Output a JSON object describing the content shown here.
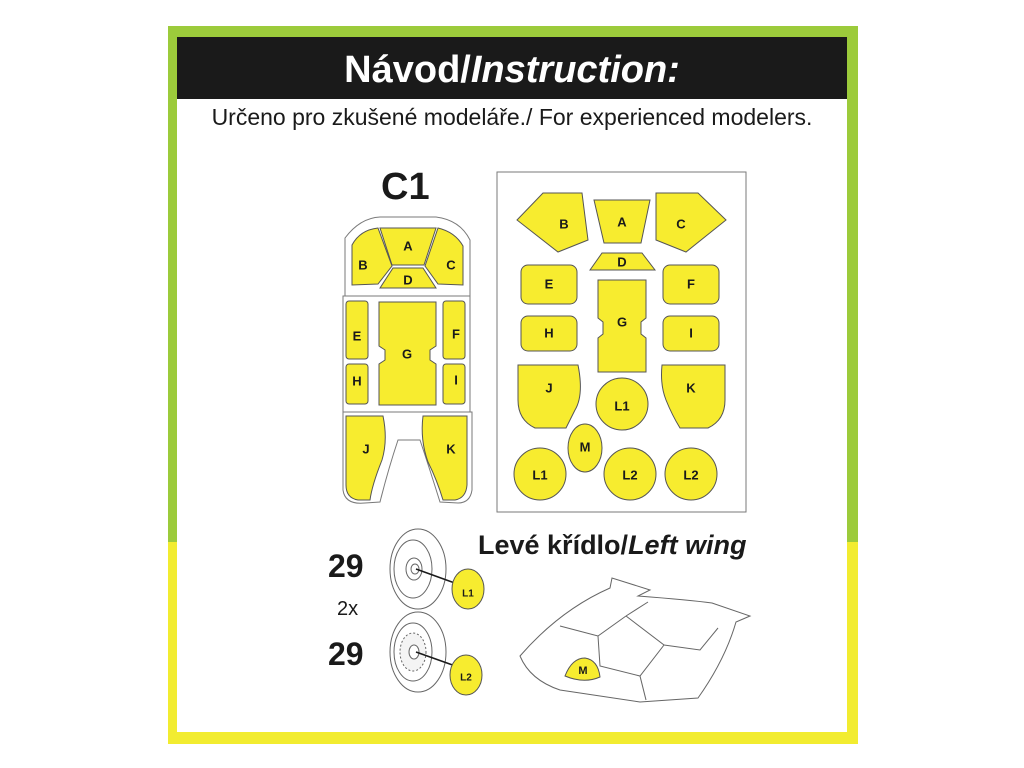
{
  "header": {
    "title_czech": "Návod/",
    "title_english": "Instruction:",
    "subtitle": "Určeno pro zkušené modeláře./ For experienced modelers."
  },
  "sheet_label": "C1",
  "wheel": {
    "part_top": "29",
    "multiplier": "2x",
    "part_bottom": "29",
    "mask_top": "L1",
    "mask_bottom": "L2"
  },
  "wing": {
    "title_czech": "Levé křídlo/",
    "title_english": "Left wing",
    "mask": "M"
  },
  "canopy_masks": {
    "A": "A",
    "B": "B",
    "C": "C",
    "D": "D",
    "E": "E",
    "F": "F",
    "G": "G",
    "H": "H",
    "I": "I",
    "J": "J",
    "K": "K"
  },
  "sheet_masks": {
    "A": "A",
    "B": "B",
    "C": "C",
    "D": "D",
    "E": "E",
    "F": "F",
    "G": "G",
    "H": "H",
    "I": "I",
    "J": "J",
    "K": "K",
    "L1a": "L1",
    "M": "M",
    "L1b": "L1",
    "L2a": "L2",
    "L2b": "L2"
  },
  "colors": {
    "mask_yellow": "#f7ec2f",
    "frame_green": "#9ccb3b",
    "frame_yellow": "#f2ec30",
    "banner_black": "#1a1a1a"
  }
}
